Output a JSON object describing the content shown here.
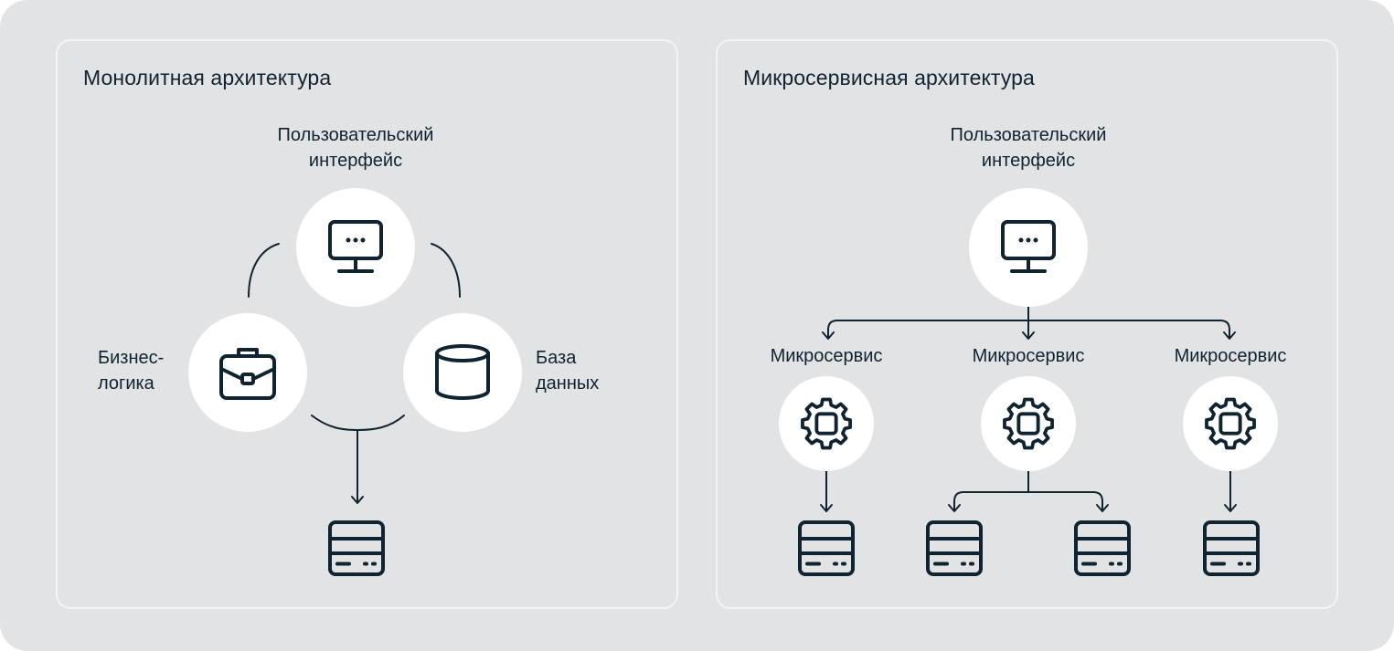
{
  "monolith": {
    "title": "Монолитная архитектура",
    "ui_label_1": "Пользовательский",
    "ui_label_2": "интерфейс",
    "logic_label_1": "Бизнес-",
    "logic_label_2": "логика",
    "db_label_1": "База",
    "db_label_2": "данных",
    "icons": [
      "monitor-icon",
      "briefcase-icon",
      "database-icon",
      "server-icon"
    ]
  },
  "microservices": {
    "title": "Микросервисная архитектура",
    "ui_label_1": "Пользовательский",
    "ui_label_2": "интерфейс",
    "services": [
      {
        "label": "Микросервис",
        "servers": 1
      },
      {
        "label": "Микросервис",
        "servers": 2
      },
      {
        "label": "Микросервис",
        "servers": 1
      }
    ],
    "icons": [
      "monitor-icon",
      "gear-icon",
      "server-icon"
    ]
  },
  "colors": {
    "background": "#e1e3e4",
    "panel_border": "#f3f4f5",
    "node_fill": "#ffffff",
    "ink": "#0f2430"
  }
}
